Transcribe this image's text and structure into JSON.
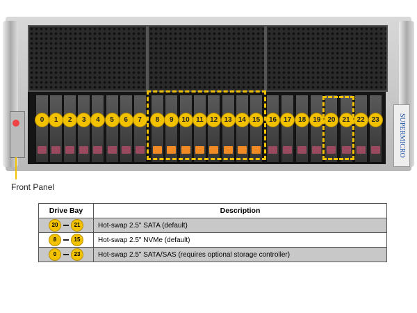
{
  "brand": "SUPERMICRO",
  "front_panel_label": "Front Panel",
  "bays": [
    "0",
    "1",
    "2",
    "3",
    "4",
    "5",
    "6",
    "7",
    "8",
    "9",
    "10",
    "11",
    "12",
    "13",
    "14",
    "15",
    "16",
    "17",
    "18",
    "19",
    "20",
    "21",
    "22",
    "23"
  ],
  "colors": {
    "badge": "#f2c200",
    "nvme_handle": "#f08a24",
    "sata_handle": "#9a4a5e"
  },
  "table": {
    "headers": [
      "Drive Bay",
      "Description"
    ],
    "rows": [
      {
        "from": "20",
        "to": "21",
        "description": "Hot-swap 2.5\" SATA (default)"
      },
      {
        "from": "8",
        "to": "15",
        "description": "Hot-swap 2.5\" NVMe (default)"
      },
      {
        "from": "0",
        "to": "23",
        "description": "Hot-swap 2.5\" SATA/SAS (requires optional storage controller)"
      }
    ]
  }
}
